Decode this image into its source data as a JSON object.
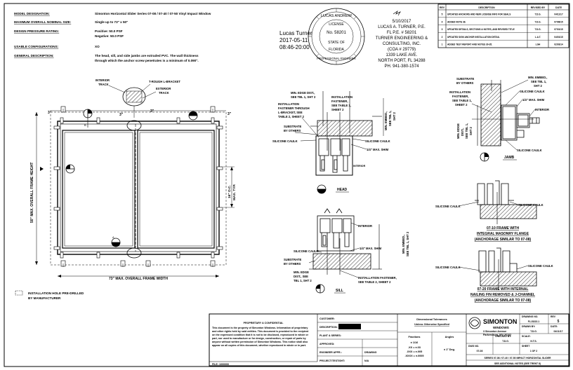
{
  "project_info": [
    {
      "label": "MODEL DESIGNATION:",
      "value": "Simonton Horizontal Slider Series 07-08 / 07-40 / 07-50 Vinyl Impact Window"
    },
    {
      "label": "MAXIMUM OVERALL NOMINAL SIZE:",
      "value": "Single up to 73\" x 50\""
    },
    {
      "label": "DESIGN PRESSURE RATING:",
      "value": "Positive: 50.0 PSF",
      "value2": "Negative: 50.0 PSF"
    },
    {
      "label": "USABLE CONFIGURATIONS:",
      "value": "XO"
    },
    {
      "label": "GENERAL DESCRIPTION:",
      "value": "The head, sill, and side jambs are extruded PVC. The wall thickness",
      "value2": "through which the anchor screw penetrates is a minimum of 0.090\"."
    }
  ],
  "engineer": {
    "seal_top": "LUCAS ANDREW",
    "seal_mid": "LICENSE",
    "seal_no": "No. 58201",
    "seal_state": "STATE OF",
    "seal_fl": "FLORIDA",
    "seal_bottom": "PROFESSIONAL ENGINEER",
    "digital_name": "Lucas Turner",
    "digital_date": "2017-05-11",
    "digital_time": "08:46-20:00",
    "sig_date": "5/10/2017",
    "name_line": "LUCAS A. TURNER, P.E.",
    "license_line": "FL P.E. # 58201",
    "company1": "TURNER ENGINEERING &",
    "company2": "CONSULTING, INC.",
    "coa": "(COA # 29779)",
    "street": "1339 LAKE AVE.",
    "city": "NORTH PORT, FL 34288",
    "phone": "PH. 941-380-1574"
  },
  "revisions": {
    "headers": [
      "REV",
      "DESCRIPTION",
      "REVISED BY",
      "DATE"
    ],
    "rows": [
      [
        "5",
        "UPDATED ANCHORS AND NEW LICENSE INFO FOR SEALS",
        "T.D.G.",
        "04/11/17"
      ],
      [
        "4",
        "ADDED NOTE 38.",
        "T.D.G.",
        "07/08/15"
      ],
      [
        "3",
        "UPDATED DETAILS, SECTIONS & NOTES, AND REVISED TITLE",
        "T.D.G.",
        "07/01/15"
      ],
      [
        "2",
        "UPDATED SIGN ANCHOR INSTALLATION DETAIL",
        "L.A.T.",
        "04/01/15"
      ],
      [
        "1",
        "ADDED TEST REPORT AND NOTES 30-35.",
        "LGH",
        "02/03/14"
      ]
    ]
  },
  "elevation": {
    "interior_track": "INTERIOR TRACK",
    "t_rough": "T-ROUGH L-BRACKET",
    "exterior_track": "EXTERIOR TRACK",
    "left_3": "3\"",
    "dim_3a": "3\"",
    "dim_3b": "3\"",
    "right_3": "3\"",
    "height_label": "50\" MAX. OVERALL FRAME HEIGHT",
    "oc_label1": "16\" O.C.",
    "oc_label2": "MAX. TYP.",
    "width_label": "73\" MAX. OVERALL FRAME WIDTH",
    "b_marker": "B",
    "a_marker": "A",
    "legend1": "INSTALLATION HOLE PRE-DRILLED",
    "legend2": "BY MANUFACTURER"
  },
  "head_detail": {
    "title": "HEAD",
    "edge_dist1": "MIN. EDGE DIST.,",
    "edge_dist2": "SEE TBL 1, SHT 2",
    "install_fast1": "INSTALLATION",
    "install_fast2": "FASTENER,",
    "install_fast3": "SEE TABLE 1,",
    "install_fast4": "SHEET 2",
    "install_thru1": "INSTALLATION",
    "install_thru2": "FASTENER THROUGH",
    "install_thru3": "L-BRACKET, SEE",
    "install_thru4": "TABLE 2, SHEET 2",
    "substrate1": "SUBSTRATE",
    "substrate2": "BY OTHERS",
    "silicone_left": "SILICONE CAULK",
    "silicone_right": "SILICONE CAULK",
    "shim": "1/4\" MAX. SHIM",
    "interior": "INTERIOR",
    "embed1": "MIN. EMBED.,",
    "embed2": "SEE TBL 1,",
    "embed3": "SHT 2"
  },
  "jamb_detail": {
    "title": "JAMB",
    "substrate1": "SUBSTRATE",
    "substrate2": "BY OTHERS",
    "embed1": "MIN. EMBED.,",
    "embed2": "SEE TBL 1,",
    "embed3": "SHT 2",
    "install1": "INSTALLATION",
    "install2": "FASTENER,",
    "install3": "SEE TABLE 1,",
    "install4": "SHEET 2",
    "silicone1": "SILICONE CAULK",
    "shim": "1/4\" MAX. SHIM",
    "interior": "INTERIOR",
    "edge1": "MIN. EDGE",
    "edge2": "DIST.,",
    "edge3": "SEE TBL 1,",
    "edge4": "SHT 2",
    "silicone2": "SILICONE CAULK"
  },
  "sill_detail": {
    "title": "SILL",
    "interior": "INTERIOR",
    "silicone": "SILICONE CAULK",
    "shim": "1/4\" MAX. SHIM",
    "substrate1": "SUBSTRATE",
    "substrate2": "BY OTHERS",
    "edge1": "MIN. EDGE",
    "edge2": "DIST., SEE",
    "edge3": "TBL 1, SHT 2",
    "install1": "INSTALLATION FASTENER,",
    "install2": "SEE TABLE 2, SHEET 2",
    "embed1": "MIN. EMBED.,",
    "embed2": "SEE TBL 1, SHT 2"
  },
  "flange_details": {
    "caulk_a1": "SILICONE CAULK",
    "caulk_a2": "SILICONE CAULK",
    "title_a1": "07-10 FRAME WITH",
    "title_a2": "INTEGRAL MASONRY FLANGE",
    "title_a3": "(ANCHORAGE SIMILAR TO 07-08)",
    "caulk_b1": "SILICONE CAULK",
    "caulk_b2": "SILICONE CAULK",
    "title_b1": "07-20 FRAME WITH INTERNAL",
    "title_b2": "NAILING FIN REMOVED & J-CHANNEL",
    "title_b3": "(ANCHORAGE SIMILAR TO 07-08)"
  },
  "title_block": {
    "notice_title": "PROPRIETARY & CONFIDENTIAL",
    "notice_lines": [
      "This document is the property of Simonton Windows. Information of proprietary",
      "and other rights held by said entities. This document is provided to the recipient",
      "on the expressed condition that it is not to be disclosed, reproduced in whole or",
      "part, nor used to manufacture or for design, construction, or repair of parts by",
      "anyone without written permission of Simonton Windows. This notice shall also",
      "appear on all copies of this document, whether reproduced in whole or in part."
    ],
    "file_label": "FILE: 1000000",
    "field_labels": [
      "CUSTOMER:",
      "DESCRIPTION:",
      "PLANT & SERIES:",
      "APPROVED:",
      "ENGINEER APPR.:",
      "PROJECT/TEST/SHT:"
    ],
    "field_values": [
      "",
      "",
      "",
      "",
      "DRAWING",
      "N/A"
    ],
    "tolerance1": "Dimensional Tolerances",
    "tolerance2": "Unless Otherwise Specified",
    "col_fractions": "Fractions",
    "col_angles": "Angles",
    "fraction_value": "± 1/16",
    "tol_values": [
      ".XX = ±.03",
      ".XXX = ±.005",
      ".XXXX = ±.0005"
    ],
    "angle_value": "± 1° Deg.",
    "brand": "SIMONTON",
    "brand_sub": "WINDOWS",
    "address1": "3 Simonton Avenue",
    "address2": "Parkersburg, WV 26102",
    "right_labels": [
      "DRAWN BY:",
      "DATE:",
      "CHECKED BY:",
      "SCALE:",
      "DWG NO.",
      "SHEET"
    ],
    "right_values": [
      "T.D.G.",
      "04/11/17",
      "T.D.G.",
      "N.T.S.",
      "07-08",
      "1 OF 2"
    ],
    "drawing_no_label": "DRAWING NO.",
    "drawing_no": "FL15222.1",
    "rev_label": "REV",
    "rev": "5",
    "sheet_title": "SERIES 07-08 / 07-40 / 07-50 IMPACT HORIZONTAL SLIDER",
    "sheet_sub": "SEE ADDITIONAL NOTES (SEE TRENT 8)"
  }
}
